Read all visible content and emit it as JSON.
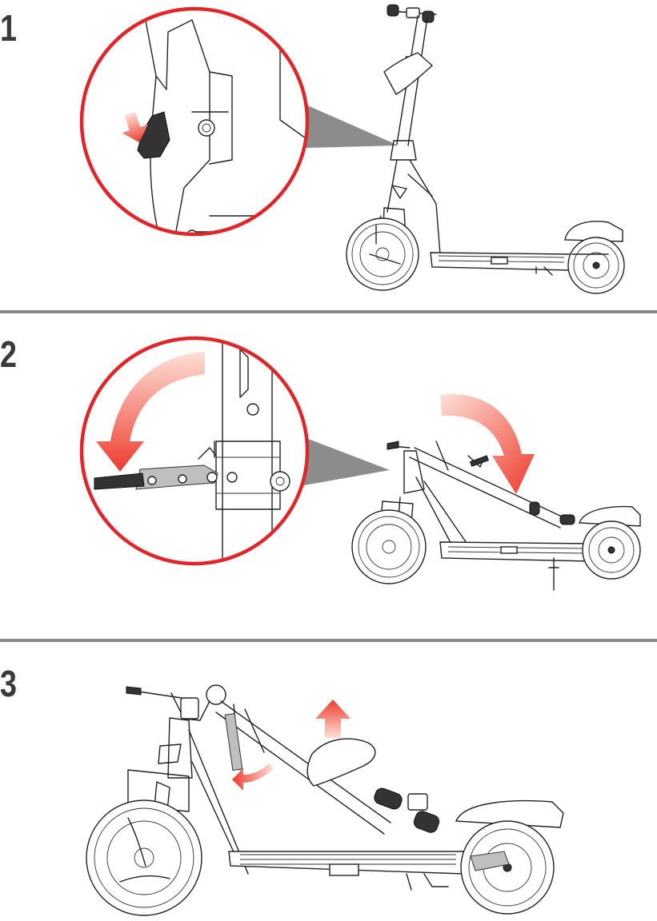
{
  "steps": [
    {
      "number": "1"
    },
    {
      "number": "2"
    },
    {
      "number": "3"
    }
  ],
  "colors": {
    "accent": "#e0262a",
    "arrow_start": "#fde0d8",
    "arrow_end": "#ee3b2c",
    "divider": "#8a8a8a",
    "line": "#222222",
    "callout": "#8c8c8c"
  },
  "icons": {
    "step1_arrow": "arrow-down-icon",
    "step2_arrow": "curved-arrow-icon",
    "step3_arrow": "arrow-up-icon"
  }
}
